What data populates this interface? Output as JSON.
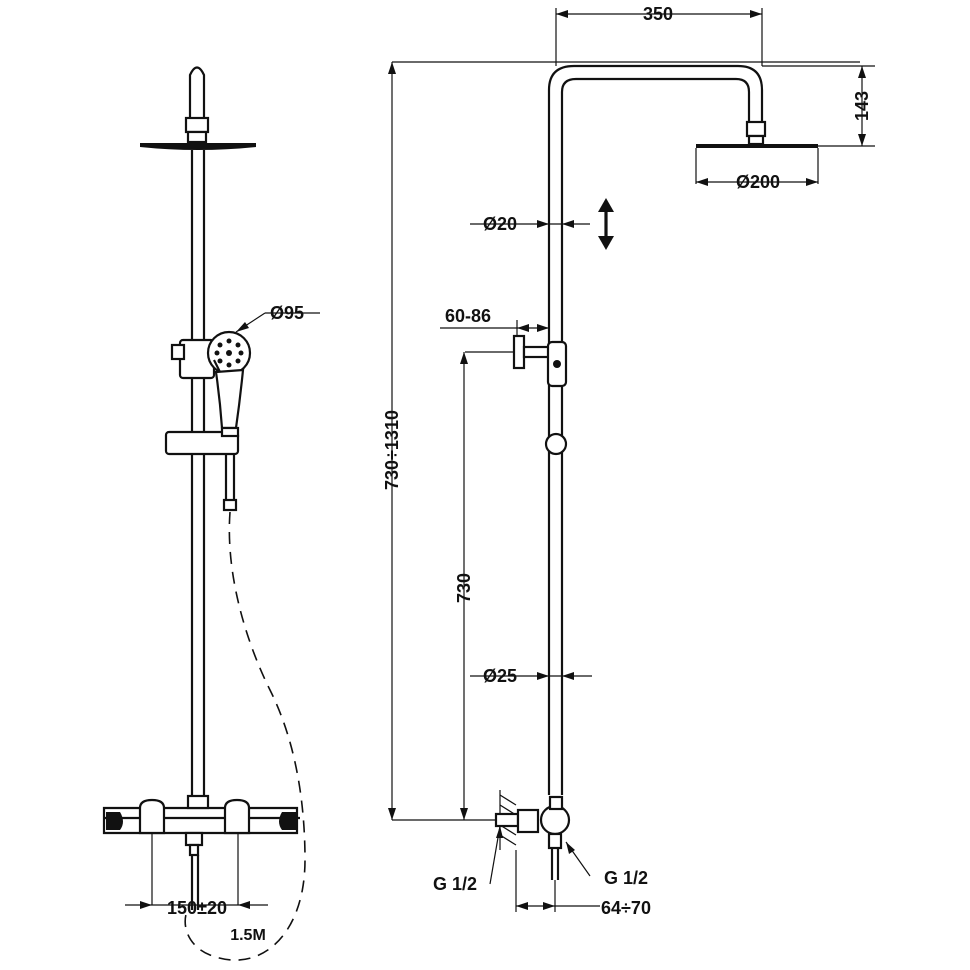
{
  "drawing": {
    "dimensions": {
      "top_arm_width": "350",
      "head_drop": "143",
      "head_diameter": "Ø200",
      "riser_diameter": "Ø20",
      "hand_shower_diameter": "Ø95",
      "wall_bracket": "60-86",
      "total_height": "730÷1310",
      "mixer_height": "730",
      "pipe_diameter": "Ø25",
      "inlet_left": "G 1/2",
      "inlet_right": "G 1/2",
      "wall_offset": "64÷70",
      "inlet_spacing": "150±20",
      "hose_length": "1.5M"
    }
  }
}
